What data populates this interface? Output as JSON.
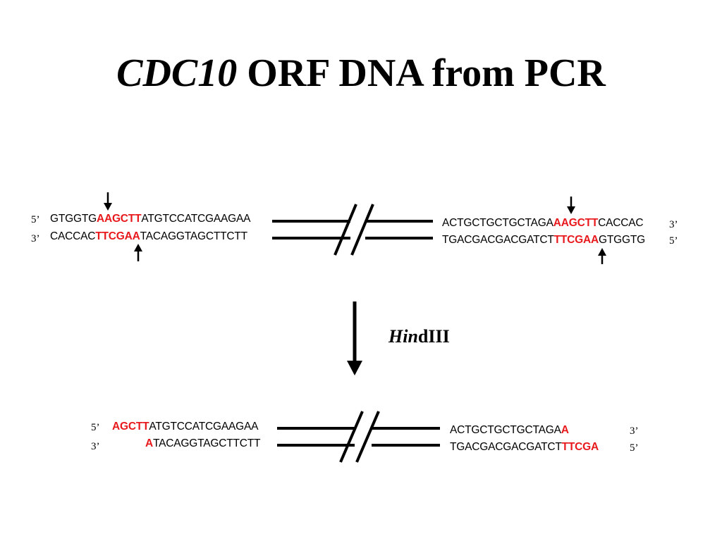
{
  "title": {
    "italic": "CDC10",
    "rest": "ORF DNA from PCR"
  },
  "enzyme": {
    "italic": "Hin",
    "rest": "dIII"
  },
  "top": {
    "left": {
      "label_top": "5’",
      "label_bottom": "3’",
      "top": {
        "pre": "GTGGTG",
        "site": "AAGCTT",
        "post": "ATGTCCATCGAAGAA"
      },
      "bottom": {
        "pre": "CACCAC",
        "site": "TTCGAA",
        "post": "TACAGGTAGCTTCTT"
      }
    },
    "right": {
      "label_top": "3’",
      "label_bottom": "5’",
      "top": {
        "pre": "ACTGCTGCTGCTAGA",
        "site": "AAGCTT",
        "post": "CACCAC"
      },
      "bottom": {
        "pre": "TGACGACGACGATCT",
        "site": "TTCGAA",
        "post": "GTGGTG"
      }
    }
  },
  "bottom": {
    "left": {
      "label_top": "5’",
      "label_bottom": "3’",
      "top": {
        "pre": "",
        "site": "AGCTT",
        "post": "ATGTCCATCGAAGAA"
      },
      "bottom": {
        "pre": "",
        "site": "A",
        "post": "TACAGGTAGCTTCTT"
      }
    },
    "right": {
      "label_top": "3’",
      "label_bottom": "5’",
      "top": {
        "pre": "ACTGCTGCTGCTAGA",
        "site": "A",
        "post": ""
      },
      "bottom": {
        "pre": "TGACGACGACGATCT",
        "site": "TTCGA",
        "post": ""
      }
    }
  },
  "colors": {
    "site": "#e8191d",
    "text": "#000000",
    "background": "#ffffff"
  },
  "icons": {
    "cut_marker": "arrow-icon",
    "process_step": "down-arrow-icon",
    "break": "double-slash-icon"
  }
}
